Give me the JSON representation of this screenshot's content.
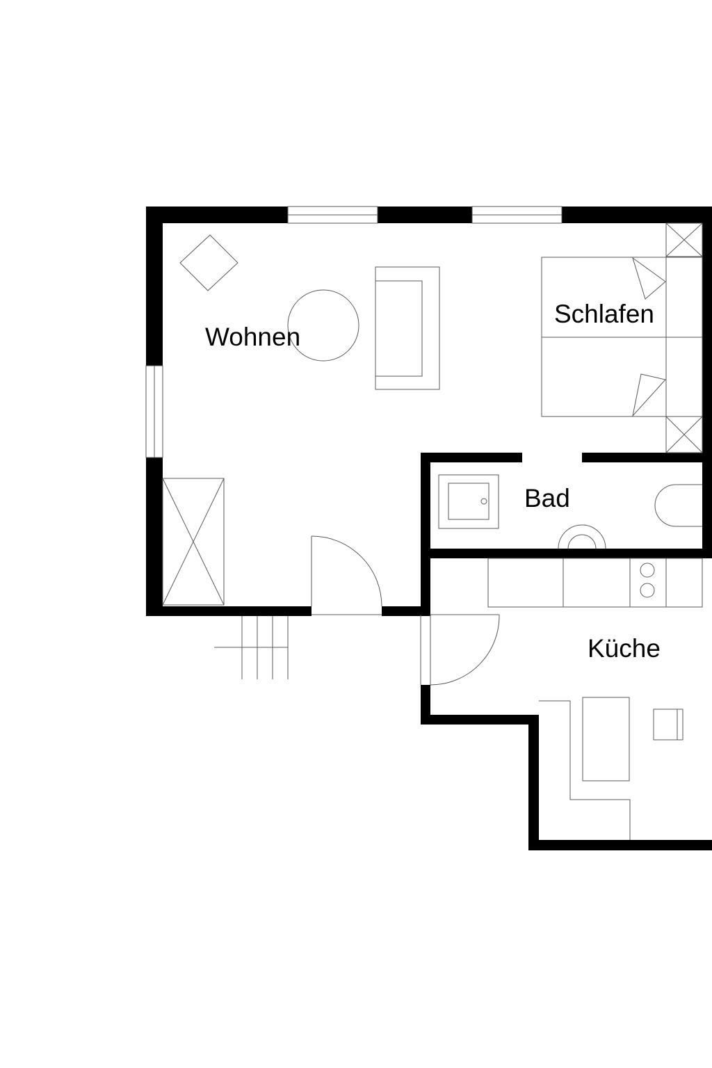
{
  "rooms": {
    "living": "Wohnen",
    "bedroom": "Schlafen",
    "bathroom": "Bad",
    "kitchen": "Küche"
  },
  "colors": {
    "wall": "#000000",
    "furniture_line": "#5a5a5a",
    "background": "#ffffff"
  }
}
